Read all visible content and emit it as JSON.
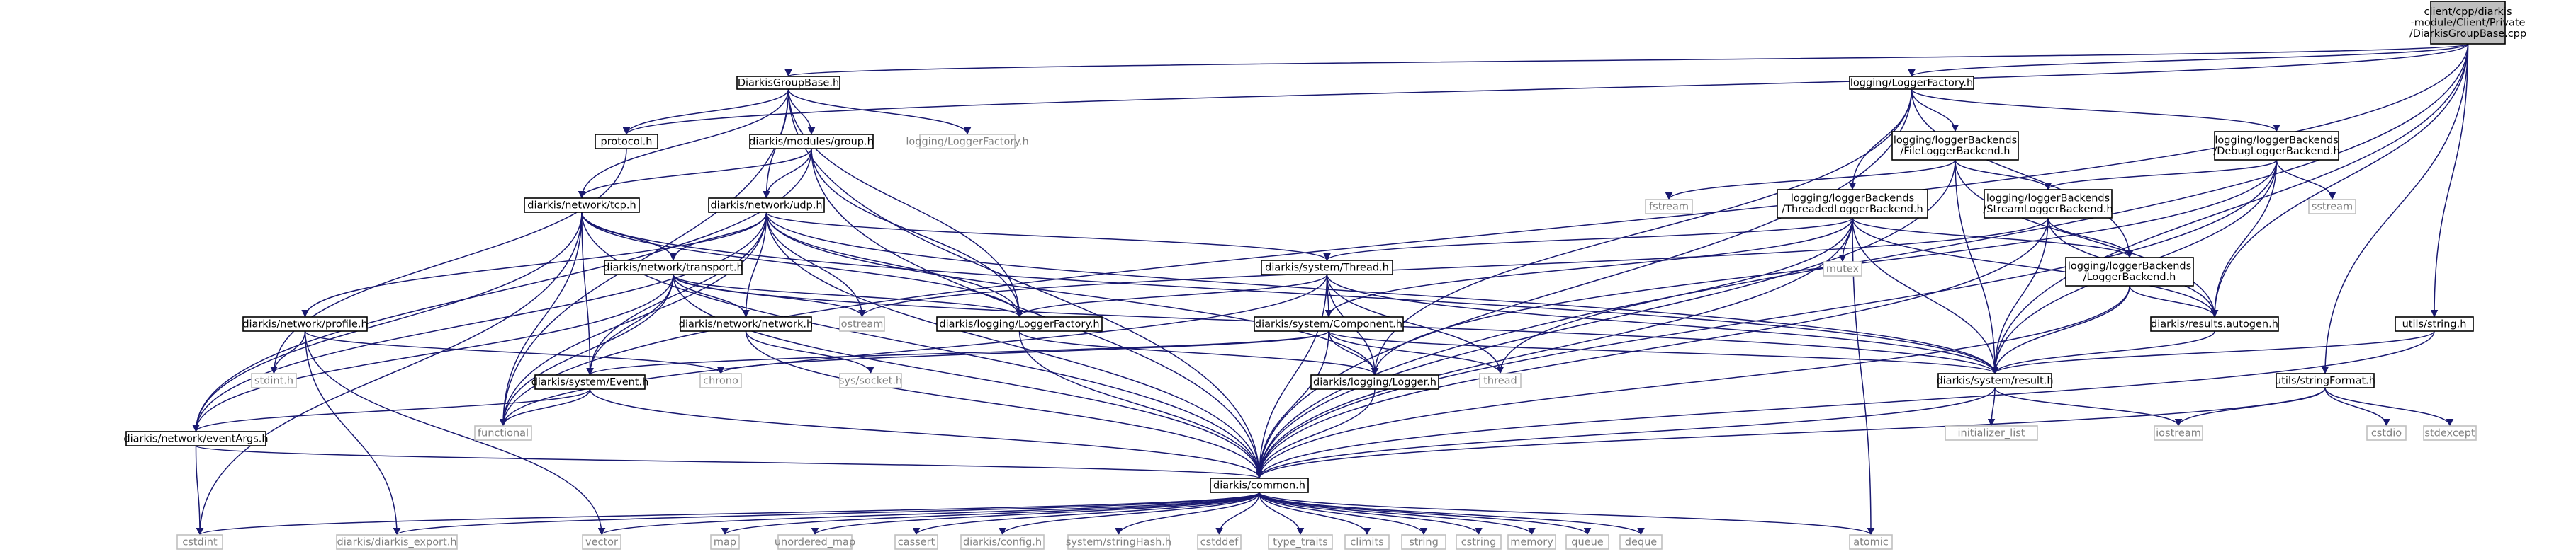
{
  "graph_title": "",
  "colors": {
    "root_fill": "#bfbfbf",
    "node_fill": "#ffffff",
    "node_border": "#000000",
    "system_border": "#bfbfbf",
    "system_text": "#7f7f7f",
    "edge": "#191970"
  },
  "nodes": [
    {
      "id": "root",
      "lines": [
        "client/cpp/diarkis",
        "-module/Client/Private",
        "/DiarkisGroupBase.cpp"
      ],
      "kind": "root"
    },
    {
      "id": "groupbase",
      "lines": [
        "DiarkisGroupBase.h"
      ],
      "kind": "header"
    },
    {
      "id": "protocol",
      "lines": [
        "protocol.h"
      ],
      "kind": "header"
    },
    {
      "id": "modgroup",
      "lines": [
        "diarkis/modules/group.h"
      ],
      "kind": "header"
    },
    {
      "id": "logfact_sys",
      "lines": [
        "logging/LoggerFactory.h"
      ],
      "kind": "system"
    },
    {
      "id": "tcp",
      "lines": [
        "diarkis/network/tcp.h"
      ],
      "kind": "header"
    },
    {
      "id": "udp",
      "lines": [
        "diarkis/network/udp.h"
      ],
      "kind": "header"
    },
    {
      "id": "transport",
      "lines": [
        "diarkis/network/transport.h"
      ],
      "kind": "header"
    },
    {
      "id": "profile",
      "lines": [
        "diarkis/network/profile.h"
      ],
      "kind": "header"
    },
    {
      "id": "netnetwork",
      "lines": [
        "diarkis/network/network.h"
      ],
      "kind": "header"
    },
    {
      "id": "sysevent",
      "lines": [
        "diarkis/system/Event.h"
      ],
      "kind": "header"
    },
    {
      "id": "eventargs",
      "lines": [
        "diarkis/network/eventArgs.h"
      ],
      "kind": "header"
    },
    {
      "id": "thread",
      "lines": [
        "diarkis/system/Thread.h"
      ],
      "kind": "header"
    },
    {
      "id": "component",
      "lines": [
        "diarkis/system/Component.h"
      ],
      "kind": "header"
    },
    {
      "id": "dlogfact",
      "lines": [
        "diarkis/logging/LoggerFactory.h"
      ],
      "kind": "header"
    },
    {
      "id": "dlogger",
      "lines": [
        "diarkis/logging/Logger.h"
      ],
      "kind": "header"
    },
    {
      "id": "common",
      "lines": [
        "diarkis/common.h"
      ],
      "kind": "header"
    },
    {
      "id": "logfact",
      "lines": [
        "logging/LoggerFactory.h"
      ],
      "kind": "header"
    },
    {
      "id": "filelog",
      "lines": [
        "logging/loggerBackends",
        "/FileLoggerBackend.h"
      ],
      "kind": "header"
    },
    {
      "id": "debuglog",
      "lines": [
        "logging/loggerBackends",
        "/DebugLoggerBackend.h"
      ],
      "kind": "header"
    },
    {
      "id": "threadedlog",
      "lines": [
        "logging/loggerBackends",
        "/ThreadedLoggerBackend.h"
      ],
      "kind": "header"
    },
    {
      "id": "streamlog",
      "lines": [
        "logging/loggerBackends",
        "/StreamLoggerBackend.h"
      ],
      "kind": "header"
    },
    {
      "id": "loggerbackend",
      "lines": [
        "logging/loggerBackends",
        "/LoggerBackend.h"
      ],
      "kind": "header"
    },
    {
      "id": "resultsautogen",
      "lines": [
        "diarkis/results.autogen.h"
      ],
      "kind": "header"
    },
    {
      "id": "result",
      "lines": [
        "diarkis/system/result.h"
      ],
      "kind": "header"
    },
    {
      "id": "utilsstring",
      "lines": [
        "utils/string.h"
      ],
      "kind": "header"
    },
    {
      "id": "utilsformat",
      "lines": [
        "utils/stringFormat.h"
      ],
      "kind": "header"
    },
    {
      "id": "fstream",
      "lines": [
        "fstream"
      ],
      "kind": "system"
    },
    {
      "id": "mutex",
      "lines": [
        "mutex"
      ],
      "kind": "system"
    },
    {
      "id": "sstream",
      "lines": [
        "sstream"
      ],
      "kind": "system"
    },
    {
      "id": "ostream",
      "lines": [
        "ostream"
      ],
      "kind": "system"
    },
    {
      "id": "thread_std",
      "lines": [
        "thread"
      ],
      "kind": "system"
    },
    {
      "id": "stdint_h",
      "lines": [
        "stdint.h"
      ],
      "kind": "system"
    },
    {
      "id": "chrono",
      "lines": [
        "chrono"
      ],
      "kind": "system"
    },
    {
      "id": "syssocket",
      "lines": [
        "sys/socket.h"
      ],
      "kind": "system"
    },
    {
      "id": "functional",
      "lines": [
        "functional"
      ],
      "kind": "system"
    },
    {
      "id": "initlist",
      "lines": [
        "initializer_list"
      ],
      "kind": "system"
    },
    {
      "id": "iostream",
      "lines": [
        "iostream"
      ],
      "kind": "system"
    },
    {
      "id": "cstdio",
      "lines": [
        "cstdio"
      ],
      "kind": "system"
    },
    {
      "id": "stdexcept",
      "lines": [
        "stdexcept"
      ],
      "kind": "system"
    },
    {
      "id": "cstdint",
      "lines": [
        "cstdint"
      ],
      "kind": "system"
    },
    {
      "id": "dexport",
      "lines": [
        "diarkis/diarkis_export.h"
      ],
      "kind": "system"
    },
    {
      "id": "vector",
      "lines": [
        "vector"
      ],
      "kind": "system"
    },
    {
      "id": "map",
      "lines": [
        "map"
      ],
      "kind": "system"
    },
    {
      "id": "umap",
      "lines": [
        "unordered_map"
      ],
      "kind": "system"
    },
    {
      "id": "cassert",
      "lines": [
        "cassert"
      ],
      "kind": "system"
    },
    {
      "id": "dconfig",
      "lines": [
        "diarkis/config.h"
      ],
      "kind": "system"
    },
    {
      "id": "strhash",
      "lines": [
        "system/stringHash.h"
      ],
      "kind": "system"
    },
    {
      "id": "cstddef",
      "lines": [
        "cstddef"
      ],
      "kind": "system"
    },
    {
      "id": "typetraits",
      "lines": [
        "type_traits"
      ],
      "kind": "system"
    },
    {
      "id": "climits",
      "lines": [
        "climits"
      ],
      "kind": "system"
    },
    {
      "id": "string",
      "lines": [
        "string"
      ],
      "kind": "system"
    },
    {
      "id": "cstring",
      "lines": [
        "cstring"
      ],
      "kind": "system"
    },
    {
      "id": "memory",
      "lines": [
        "memory"
      ],
      "kind": "system"
    },
    {
      "id": "queue",
      "lines": [
        "queue"
      ],
      "kind": "system"
    },
    {
      "id": "deque",
      "lines": [
        "deque"
      ],
      "kind": "system"
    },
    {
      "id": "atomic",
      "lines": [
        "atomic"
      ],
      "kind": "system"
    }
  ],
  "edges": [
    [
      "root",
      "groupbase"
    ],
    [
      "root",
      "logfact"
    ],
    [
      "root",
      "protocol"
    ],
    [
      "root",
      "resultsautogen"
    ],
    [
      "root",
      "result"
    ],
    [
      "root",
      "utilsstring"
    ],
    [
      "root",
      "utilsformat"
    ],
    [
      "root",
      "common"
    ],
    [
      "root",
      "functional"
    ],
    [
      "groupbase",
      "protocol"
    ],
    [
      "groupbase",
      "modgroup"
    ],
    [
      "groupbase",
      "logfact_sys"
    ],
    [
      "groupbase",
      "tcp"
    ],
    [
      "groupbase",
      "udp"
    ],
    [
      "groupbase",
      "common"
    ],
    [
      "groupbase",
      "dlogfact"
    ],
    [
      "groupbase",
      "functional"
    ],
    [
      "protocol",
      "stdint_h"
    ],
    [
      "modgroup",
      "tcp"
    ],
    [
      "modgroup",
      "udp"
    ],
    [
      "modgroup",
      "eventargs"
    ],
    [
      "modgroup",
      "dlogfact"
    ],
    [
      "modgroup",
      "common"
    ],
    [
      "tcp",
      "transport"
    ],
    [
      "tcp",
      "eventargs"
    ],
    [
      "tcp",
      "sysevent"
    ],
    [
      "tcp",
      "functional"
    ],
    [
      "tcp",
      "common"
    ],
    [
      "tcp",
      "dlogfact"
    ],
    [
      "tcp",
      "result"
    ],
    [
      "tcp",
      "cstdint"
    ],
    [
      "udp",
      "transport"
    ],
    [
      "udp",
      "profile"
    ],
    [
      "udp",
      "netnetwork"
    ],
    [
      "udp",
      "eventargs"
    ],
    [
      "udp",
      "sysevent"
    ],
    [
      "udp",
      "thread"
    ],
    [
      "udp",
      "dlogfact"
    ],
    [
      "udp",
      "ostream"
    ],
    [
      "udp",
      "functional"
    ],
    [
      "udp",
      "common"
    ],
    [
      "udp",
      "result"
    ],
    [
      "udp",
      "dlogger"
    ],
    [
      "transport",
      "netnetwork"
    ],
    [
      "transport",
      "eventargs"
    ],
    [
      "transport",
      "sysevent"
    ],
    [
      "transport",
      "functional"
    ],
    [
      "transport",
      "ostream"
    ],
    [
      "transport",
      "dlogfact"
    ],
    [
      "transport",
      "result"
    ],
    [
      "transport",
      "common"
    ],
    [
      "profile",
      "chrono"
    ],
    [
      "profile",
      "stdint_h"
    ],
    [
      "profile",
      "vector"
    ],
    [
      "profile",
      "dexport"
    ],
    [
      "netnetwork",
      "syssocket"
    ],
    [
      "netnetwork",
      "common"
    ],
    [
      "sysevent",
      "eventargs"
    ],
    [
      "sysevent",
      "functional"
    ],
    [
      "sysevent",
      "common"
    ],
    [
      "eventargs",
      "cstdint"
    ],
    [
      "eventargs",
      "common"
    ],
    [
      "thread",
      "component"
    ],
    [
      "thread",
      "dlogfact"
    ],
    [
      "thread",
      "dlogger"
    ],
    [
      "thread",
      "thread_std"
    ],
    [
      "thread",
      "functional"
    ],
    [
      "thread",
      "common"
    ],
    [
      "thread",
      "result"
    ],
    [
      "component",
      "dlogger"
    ],
    [
      "component",
      "sysevent"
    ],
    [
      "component",
      "chrono"
    ],
    [
      "component",
      "common"
    ],
    [
      "component",
      "thread_std"
    ],
    [
      "component",
      "result"
    ],
    [
      "dlogfact",
      "dlogger"
    ],
    [
      "dlogfact",
      "common"
    ],
    [
      "dlogger",
      "common"
    ],
    [
      "logfact",
      "filelog"
    ],
    [
      "logfact",
      "debuglog"
    ],
    [
      "logfact",
      "threadedlog"
    ],
    [
      "logfact",
      "loggerbackend"
    ],
    [
      "logfact",
      "dlogger"
    ],
    [
      "logfact",
      "common"
    ],
    [
      "filelog",
      "fstream"
    ],
    [
      "filelog",
      "streamlog"
    ],
    [
      "filelog",
      "result"
    ],
    [
      "filelog",
      "resultsautogen"
    ],
    [
      "filelog",
      "common"
    ],
    [
      "debuglog",
      "streamlog"
    ],
    [
      "debuglog",
      "sstream"
    ],
    [
      "debuglog",
      "result"
    ],
    [
      "debuglog",
      "resultsautogen"
    ],
    [
      "debuglog",
      "common"
    ],
    [
      "debuglog",
      "dlogger"
    ],
    [
      "threadedlog",
      "loggerbackend"
    ],
    [
      "threadedlog",
      "thread"
    ],
    [
      "threadedlog",
      "mutex"
    ],
    [
      "threadedlog",
      "thread_std"
    ],
    [
      "threadedlog",
      "atomic"
    ],
    [
      "threadedlog",
      "result"
    ],
    [
      "threadedlog",
      "resultsautogen"
    ],
    [
      "threadedlog",
      "common"
    ],
    [
      "threadedlog",
      "component"
    ],
    [
      "streamlog",
      "loggerbackend"
    ],
    [
      "streamlog",
      "ostream"
    ],
    [
      "streamlog",
      "result"
    ],
    [
      "streamlog",
      "resultsautogen"
    ],
    [
      "streamlog",
      "common"
    ],
    [
      "loggerbackend",
      "resultsautogen"
    ],
    [
      "loggerbackend",
      "result"
    ],
    [
      "loggerbackend",
      "common"
    ],
    [
      "resultsautogen",
      "result"
    ],
    [
      "result",
      "initlist"
    ],
    [
      "result",
      "iostream"
    ],
    [
      "result",
      "common"
    ],
    [
      "utilsstring",
      "result"
    ],
    [
      "utilsstring",
      "common"
    ],
    [
      "utilsformat",
      "iostream"
    ],
    [
      "utilsformat",
      "cstdio"
    ],
    [
      "utilsformat",
      "stdexcept"
    ],
    [
      "utilsformat",
      "common"
    ],
    [
      "common",
      "cstdint"
    ],
    [
      "common",
      "dexport"
    ],
    [
      "common",
      "vector"
    ],
    [
      "common",
      "map"
    ],
    [
      "common",
      "umap"
    ],
    [
      "common",
      "cassert"
    ],
    [
      "common",
      "dconfig"
    ],
    [
      "common",
      "strhash"
    ],
    [
      "common",
      "cstddef"
    ],
    [
      "common",
      "typetraits"
    ],
    [
      "common",
      "climits"
    ],
    [
      "common",
      "string"
    ],
    [
      "common",
      "cstring"
    ],
    [
      "common",
      "memory"
    ],
    [
      "common",
      "queue"
    ],
    [
      "common",
      "deque"
    ],
    [
      "common",
      "atomic"
    ]
  ]
}
